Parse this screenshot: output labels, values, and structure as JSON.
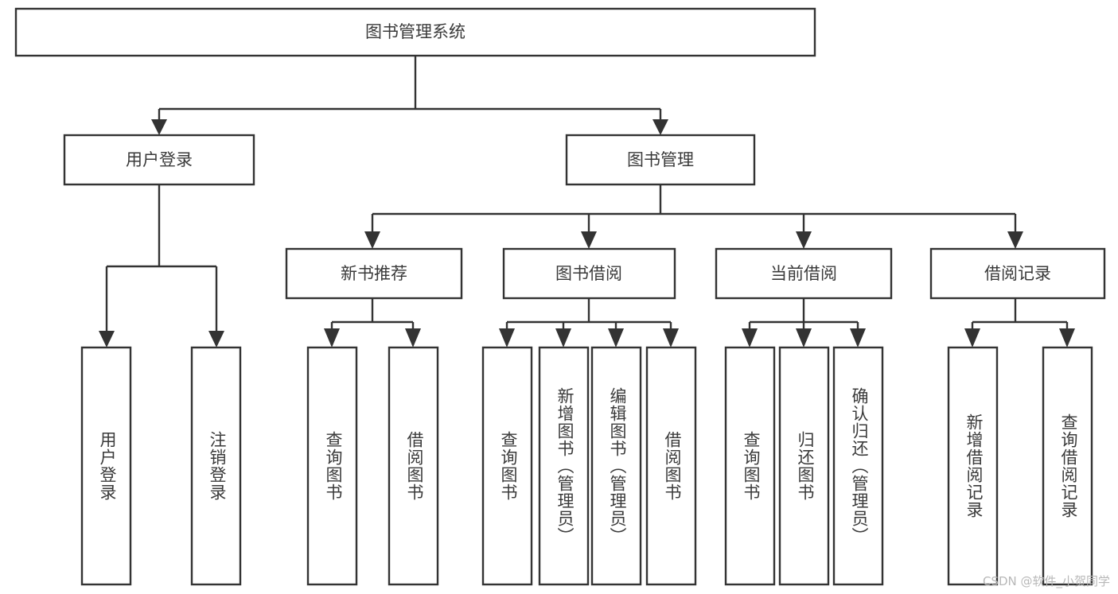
{
  "diagram": {
    "title_box": {
      "label": "图书管理系统"
    },
    "level2": [
      {
        "id": "user-login",
        "label": "用户登录"
      },
      {
        "id": "book-manage",
        "label": "图书管理"
      }
    ],
    "level3": [
      {
        "id": "new-book-rec",
        "label": "新书推荐"
      },
      {
        "id": "book-borrow",
        "label": "图书借阅"
      },
      {
        "id": "current-borrow",
        "label": "当前借阅"
      },
      {
        "id": "borrow-record",
        "label": "借阅记录"
      }
    ],
    "leaves": {
      "user_login": [
        {
          "id": "leaf-user-login",
          "label": "用户登录"
        },
        {
          "id": "leaf-logout",
          "label": "注销登录"
        }
      ],
      "new_book_rec": [
        {
          "id": "leaf-query-book-1",
          "label": "查询图书"
        },
        {
          "id": "leaf-borrow-book-1",
          "label": "借阅图书"
        }
      ],
      "book_borrow": [
        {
          "id": "leaf-query-book-2",
          "label": "查询图书"
        },
        {
          "id": "leaf-add-book",
          "label": "新增图书（管理员）"
        },
        {
          "id": "leaf-edit-book",
          "label": "编辑图书（管理员）"
        },
        {
          "id": "leaf-borrow-book-2",
          "label": "借阅图书"
        }
      ],
      "current_borrow": [
        {
          "id": "leaf-query-book-3",
          "label": "查询图书"
        },
        {
          "id": "leaf-return-book",
          "label": "归还图书"
        },
        {
          "id": "leaf-confirm-return",
          "label": "确认归还（管理员）"
        }
      ],
      "borrow_record": [
        {
          "id": "leaf-add-record",
          "label": "新增借阅记录"
        },
        {
          "id": "leaf-query-record",
          "label": "查询借阅记录"
        }
      ]
    },
    "colors": {
      "stroke": "#333333",
      "fill": "#ffffff",
      "text": "#3a3a3a",
      "watermark": "#b8b8b8"
    }
  },
  "watermark": {
    "text": "CSDN @软件_小贺同学"
  }
}
